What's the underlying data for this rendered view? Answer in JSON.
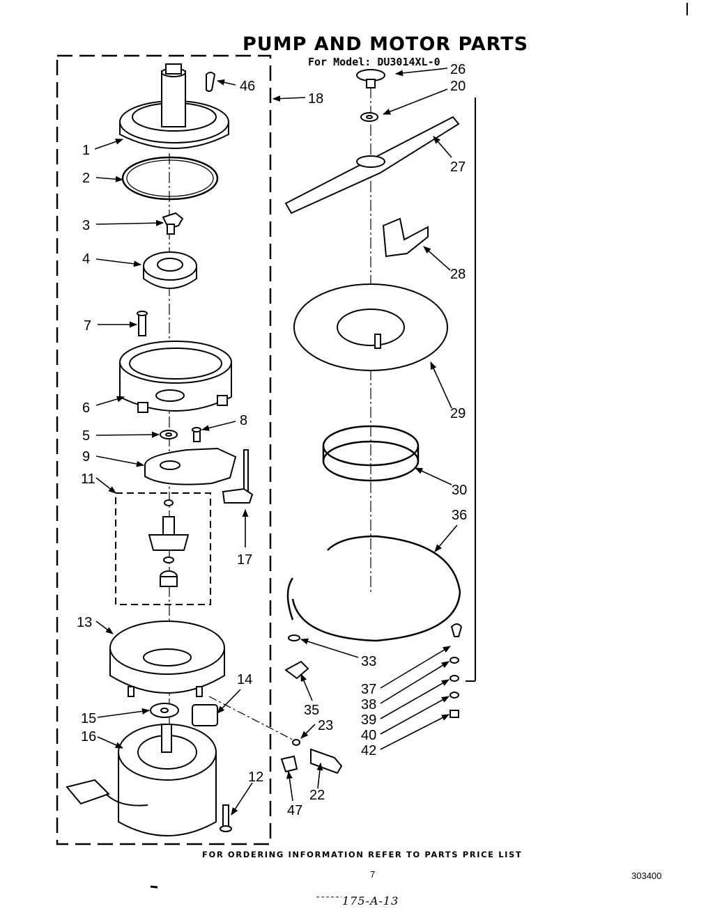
{
  "title": "PUMP AND MOTOR PARTS",
  "model_line": "For Model: DU3014XL-0",
  "footer": "FOR ORDERING INFORMATION REFER TO PARTS PRICE LIST",
  "page_number": "7",
  "doc_number": "303400",
  "handwritten_note": "175-A-13",
  "callouts": {
    "c46": "46",
    "c18": "18",
    "c1": "1",
    "c2": "2",
    "c3": "3",
    "c4": "4",
    "c7": "7",
    "c6": "6",
    "c5": "5",
    "c8": "8",
    "c9": "9",
    "c11": "11",
    "c17": "17",
    "c13": "13",
    "c14": "14",
    "c15": "15",
    "c16": "16",
    "c12": "12",
    "c23": "23",
    "c22": "22",
    "c47": "47",
    "c26": "26",
    "c20": "20",
    "c27": "27",
    "c28": "28",
    "c29": "29",
    "c30": "30",
    "c36": "36",
    "c33": "33",
    "c35": "35",
    "c37": "37",
    "c38": "38",
    "c39": "39",
    "c40": "40",
    "c42": "42"
  }
}
